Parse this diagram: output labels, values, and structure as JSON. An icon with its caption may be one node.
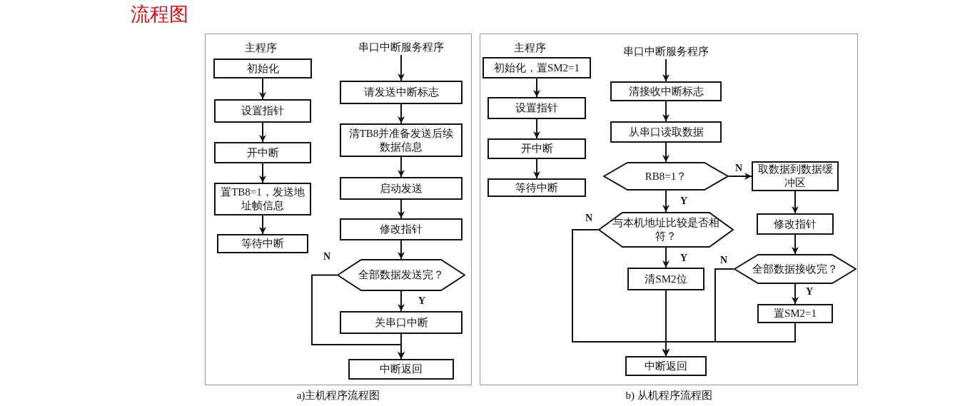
{
  "diagram": {
    "title": "流程图",
    "nodes": [
      {
        "text": [
          "a)主机程序流程图"
        ]
      },
      {
        "text": [
          "初始化"
        ],
        "in": 0
      },
      {
        "text": [
          "设置指针"
        ],
        "in": 0
      },
      {
        "text": [
          "开中断"
        ],
        "in": 0
      },
      {
        "text": [
          "置TB8=1，发送地址帧信息"
        ],
        "in": 0
      },
      {
        "text": [
          "等待中断"
        ],
        "in": 0
      },
      {
        "text": [
          "串口中断服务程序"
        ],
        "in": 0
      },
      {
        "text": [
          "请发送中断标志"
        ],
        "in": 0
      },
      {
        "text": [
          "清TB8并准备发送后续数据信息"
        ],
        "in": 0
      },
      {
        "text": [
          "启动发送"
        ],
        "in": 0
      },
      {
        "text": [
          "修改指针"
        ],
        "in": 0
      },
      {
        "text": [
          "全部数据发送完？"
        ],
        "in": 0
      },
      {
        "text": [
          "关串口中断"
        ],
        "in": 0
      },
      {
        "text": [
          "中断返回"
        ],
        "in": 0
      },
      {
        "text": [
          "b) 从机程序流程图"
        ]
      },
      {
        "text": [
          "初始化，置SM2=1"
        ],
        "in": 14
      },
      {
        "text": [
          "设置指针"
        ],
        "in": 14
      },
      {
        "text": [
          "开中断"
        ],
        "in": 14
      },
      {
        "text": [
          "等待中断"
        ],
        "in": 14
      },
      {
        "text": [
          "串口中断服务程序"
        ],
        "in": 14
      },
      {
        "text": [
          "清接收中断标志"
        ],
        "in": 14
      },
      {
        "text": [
          "从串口读取数据"
        ],
        "in": 14
      },
      {
        "text": [
          "RB8=1？"
        ],
        "in": 14
      },
      {
        "text": [
          "与本机地址比较是否相符？"
        ],
        "in": 14
      },
      {
        "text": [
          "清SM2位"
        ],
        "in": 14
      },
      {
        "text": [
          "取数据到数据缓冲区"
        ],
        "in": 14
      },
      {
        "text": [
          "修改指针"
        ],
        "in": 14
      },
      {
        "text": [
          "全部数据接收完？"
        ],
        "in": 14
      },
      {
        "text": [
          "置SM2=1"
        ],
        "in": 14
      },
      {
        "text": [
          "中断返回"
        ],
        "in": 14
      }
    ],
    "edges": [
      {
        "from": 1,
        "to": 2,
        "arrow": "to"
      },
      {
        "from": 2,
        "to": 3,
        "arrow": "to"
      },
      {
        "from": 3,
        "to": 4,
        "arrow": "to"
      },
      {
        "from": 4,
        "to": 5,
        "arrow": "to"
      },
      {
        "from": 6,
        "to": 7,
        "arrow": "to"
      },
      {
        "from": 7,
        "to": 8,
        "arrow": "to"
      },
      {
        "from": 8,
        "to": 9,
        "arrow": "to"
      },
      {
        "from": 9,
        "to": 10,
        "arrow": "to"
      },
      {
        "from": 10,
        "to": 11,
        "arrow": "to"
      },
      {
        "from": 11,
        "to": 12,
        "arrow": "to",
        "label": "Y"
      },
      {
        "from": 11,
        "to": 13,
        "arrow": "to",
        "label": "N"
      },
      {
        "from": 12,
        "to": 13,
        "arrow": "to"
      },
      {
        "from": 15,
        "to": 16,
        "arrow": "to"
      },
      {
        "from": 16,
        "to": 17,
        "arrow": "to"
      },
      {
        "from": 17,
        "to": 18,
        "arrow": "to"
      },
      {
        "from": 19,
        "to": 20,
        "arrow": "to"
      },
      {
        "from": 20,
        "to": 21,
        "arrow": "to"
      },
      {
        "from": 21,
        "to": 22,
        "arrow": "to"
      },
      {
        "from": 22,
        "to": 23,
        "arrow": "to",
        "label": "Y"
      },
      {
        "from": 22,
        "to": 25,
        "arrow": "to",
        "label": "N"
      },
      {
        "from": 23,
        "to": 24,
        "arrow": "to",
        "label": "Y"
      },
      {
        "from": 23,
        "to": 29,
        "arrow": "to",
        "label": "N"
      },
      {
        "from": 24,
        "to": 29,
        "arrow": "to"
      },
      {
        "from": 25,
        "to": 26,
        "arrow": "to"
      },
      {
        "from": 26,
        "to": 27,
        "arrow": "to"
      },
      {
        "from": 27,
        "to": 28,
        "arrow": "to",
        "label": "Y"
      },
      {
        "from": 27,
        "to": 29,
        "arrow": "to",
        "label": "N"
      },
      {
        "from": 28,
        "to": 29,
        "arrow": "to"
      }
    ],
    "labels": [
      "主程序",
      "主程序"
    ]
  }
}
